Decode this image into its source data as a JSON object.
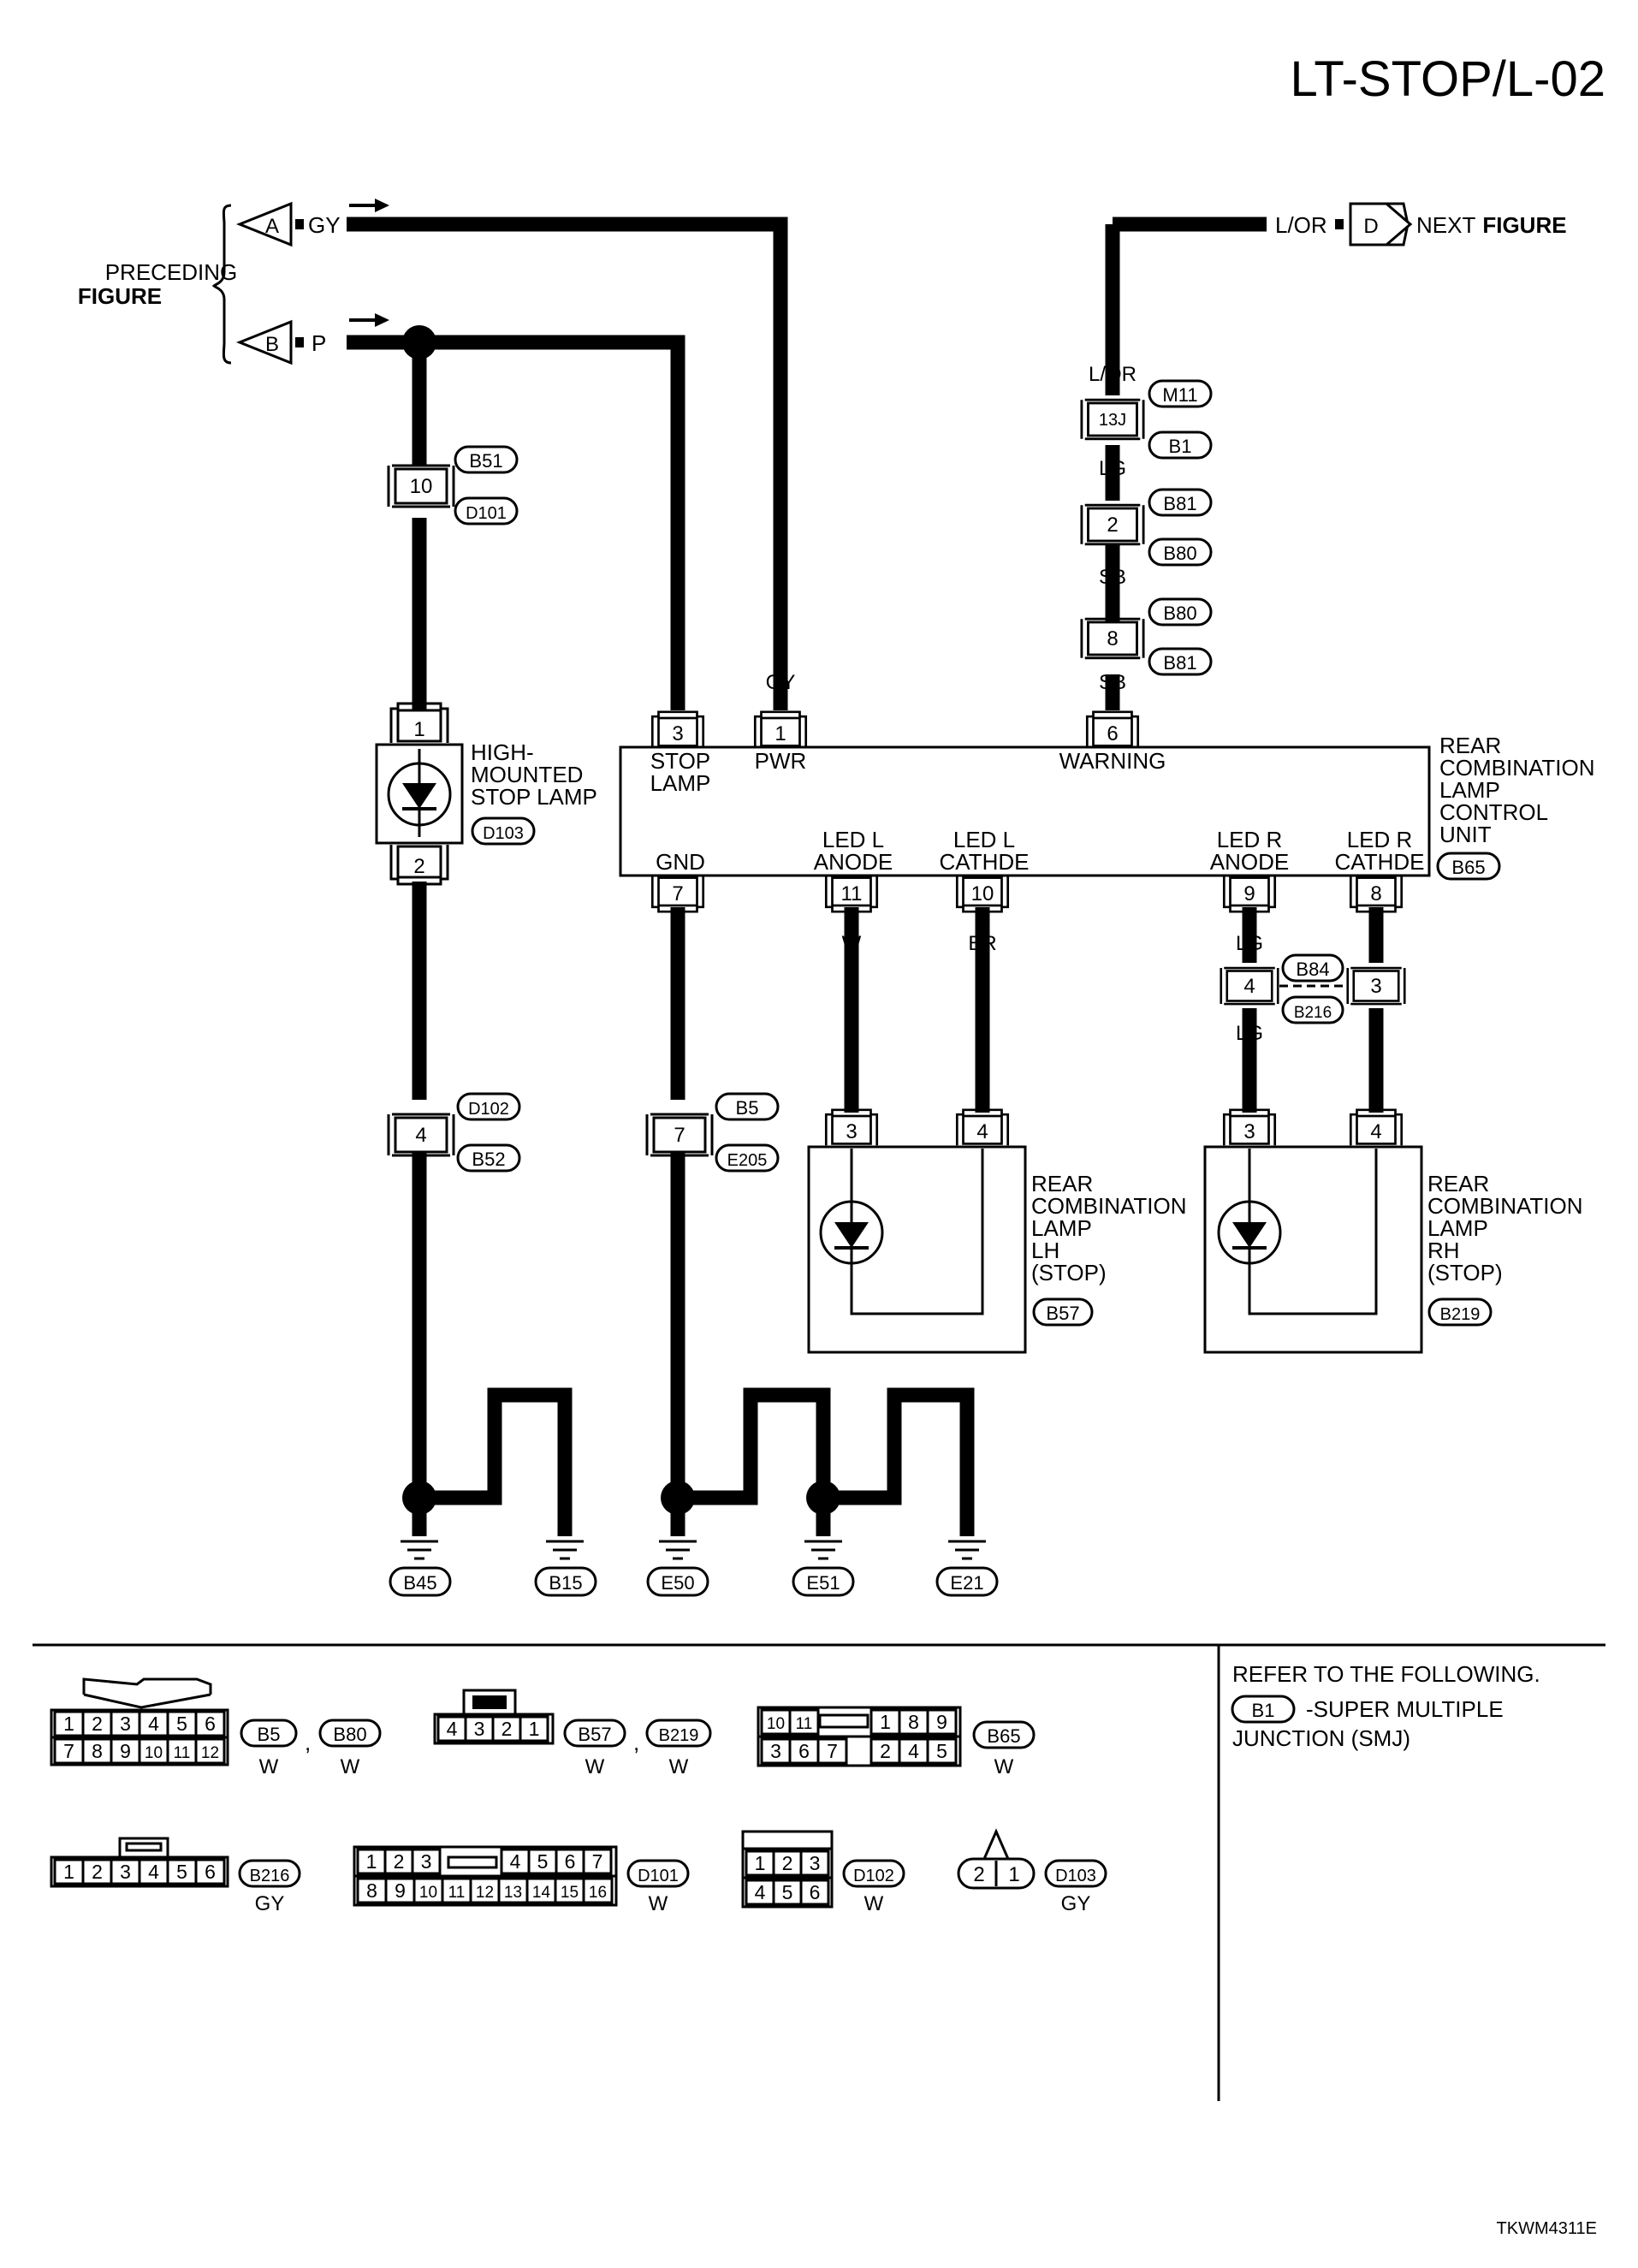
{
  "page": {
    "title": "LT-STOP/L-02",
    "code": "TKWM4311E"
  },
  "inputs": {
    "preceding_label_1": "PRECEDING",
    "preceding_label_2": "FIGURE",
    "a_letter": "A",
    "a_wire": "GY",
    "b_letter": "B",
    "b_wire": "P",
    "d_letter": "D",
    "d_wire": "L/OR",
    "next_label_1": "NEXT",
    "next_label_2": "FIGURE"
  },
  "connectors": {
    "b51": "B51",
    "d101": "D101",
    "b1": "B1",
    "m11": "M11",
    "b81": "B81",
    "b80": "B80",
    "b65": "B65",
    "d103": "D103",
    "b84": "B84",
    "b216": "B216",
    "d102": "D102",
    "b52": "B52",
    "b5": "B5",
    "e205": "E205",
    "b57": "B57",
    "b219": "B219"
  },
  "wires": {
    "p": "P",
    "gy": "GY",
    "lor": "L/OR",
    "lg": "LG",
    "sb": "SB",
    "b": "B",
    "w": "W",
    "br": "BR",
    "y": "Y"
  },
  "pins": {
    "p10": "10",
    "p13j": "13J",
    "p2": "2",
    "p8": "8",
    "p1": "1",
    "p3": "3",
    "p6": "6",
    "p7": "7",
    "p11": "11",
    "p9": "9",
    "p4": "4"
  },
  "components": {
    "hmsl": [
      "HIGH-",
      "MOUNTED",
      "STOP LAMP"
    ],
    "control_unit": [
      "REAR",
      "COMBINATION",
      "LAMP",
      "CONTROL",
      "UNIT"
    ],
    "stop_lamp": [
      "STOP",
      "LAMP"
    ],
    "pwr": "PWR",
    "warning": "WARNING",
    "gnd": "GND",
    "led_l_anode": [
      "LED L",
      "ANODE"
    ],
    "led_l_cathde": [
      "LED L",
      "CATHDE"
    ],
    "led_r_anode": [
      "LED R",
      "ANODE"
    ],
    "led_r_cathde": [
      "LED R",
      "CATHDE"
    ],
    "lamp_lh": [
      "REAR",
      "COMBINATION",
      "LAMP",
      "LH",
      "(STOP)"
    ],
    "lamp_rh": [
      "REAR",
      "COMBINATION",
      "LAMP",
      "RH",
      "(STOP)"
    ]
  },
  "grounds": [
    "B45",
    "B15",
    "E50",
    "E51",
    "E21"
  ],
  "legend": {
    "refer_line1": "REFER TO THE FOLLOWING.",
    "refer_code": "B1",
    "refer_line2": "-SUPER MULTIPLE",
    "refer_line3": "JUNCTION (SMJ)",
    "c1": {
      "top": [
        "1",
        "2",
        "3",
        "4",
        "5",
        "6"
      ],
      "bottom": [
        "7",
        "8",
        "9",
        "10",
        "11",
        "12"
      ],
      "codes": [
        "B5",
        "B80"
      ],
      "colors": [
        "W",
        "W"
      ],
      "sep": ","
    },
    "c2": {
      "cells": [
        "4",
        "3",
        "2",
        "1"
      ],
      "codes": [
        "B57",
        "B219"
      ],
      "colors": [
        "W",
        "W"
      ],
      "sep": ","
    },
    "c3": {
      "top_left": [
        "10",
        "11"
      ],
      "top_right": [
        "1",
        "8",
        "9"
      ],
      "bottom_left": [
        "3",
        "6",
        "7"
      ],
      "bottom_right": [
        "2",
        "4",
        "5"
      ],
      "code": "B65",
      "color": "W"
    },
    "c4": {
      "cells": [
        "1",
        "2",
        "3",
        "4",
        "5",
        "6"
      ],
      "code": "B216",
      "color": "GY"
    },
    "c5": {
      "top_left": [
        "1",
        "2",
        "3"
      ],
      "top_right": [
        "4",
        "5",
        "6",
        "7"
      ],
      "bottom": [
        "8",
        "9",
        "10",
        "11",
        "12",
        "13",
        "14",
        "15",
        "16"
      ],
      "code": "D101",
      "color": "W"
    },
    "c6": {
      "top": [
        "1",
        "2",
        "3"
      ],
      "bottom": [
        "4",
        "5",
        "6"
      ],
      "code": "D102",
      "color": "W"
    },
    "c7": {
      "cells": [
        "2",
        "1"
      ],
      "code": "D103",
      "color": "GY"
    }
  }
}
